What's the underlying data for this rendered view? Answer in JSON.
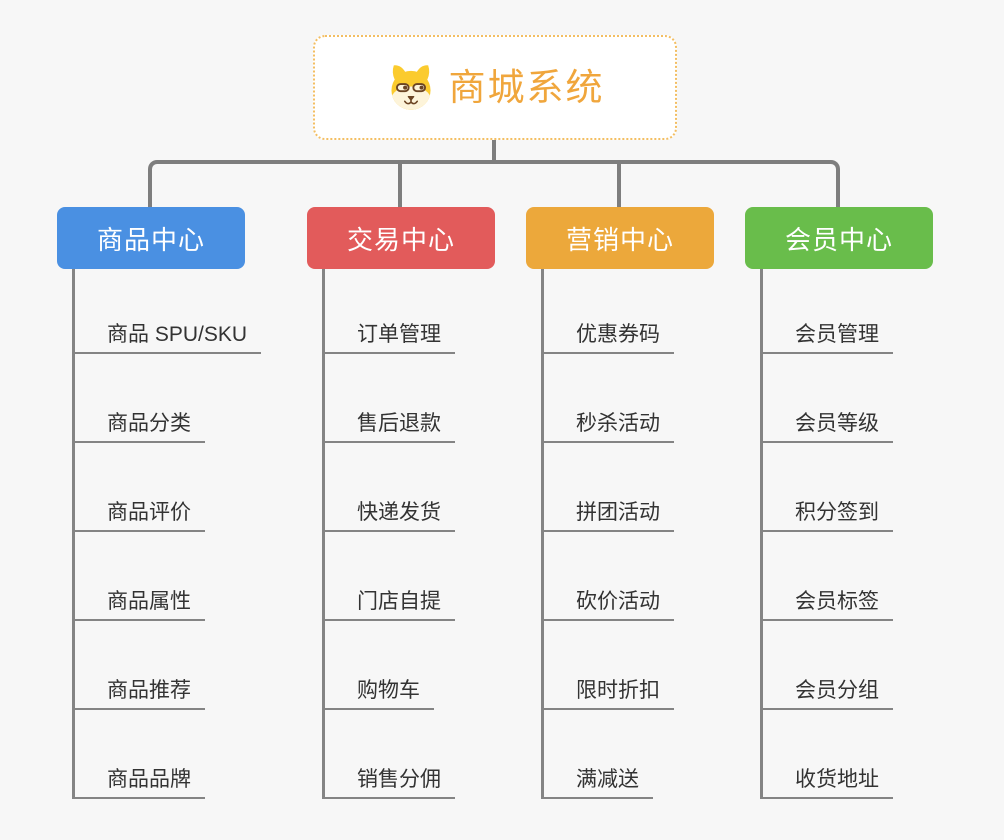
{
  "root": {
    "title": "商城系统",
    "icon": "shiba-dog-icon"
  },
  "branches": [
    {
      "label": "商品中心",
      "color": "#4A90E2",
      "items": [
        "商品 SPU/SKU",
        "商品分类",
        "商品评价",
        "商品属性",
        "商品推荐",
        "商品品牌"
      ]
    },
    {
      "label": "交易中心",
      "color": "#E25B5B",
      "items": [
        "订单管理",
        "售后退款",
        "快递发货",
        "门店自提",
        "购物车",
        "销售分佣"
      ]
    },
    {
      "label": "营销中心",
      "color": "#ECA83B",
      "items": [
        "优惠券码",
        "秒杀活动",
        "拼团活动",
        "砍价活动",
        "限时折扣",
        "满减送"
      ]
    },
    {
      "label": "会员中心",
      "color": "#69BD4B",
      "items": [
        "会员管理",
        "会员等级",
        "积分签到",
        "会员标签",
        "会员分组",
        "收货地址"
      ]
    }
  ],
  "colors": {
    "background": "#F7F7F7",
    "connector": "#7E7E7E",
    "underline": "#848484",
    "root_border": "#F3BE62",
    "root_title": "#F0A63C",
    "leaf_text": "#333333"
  }
}
